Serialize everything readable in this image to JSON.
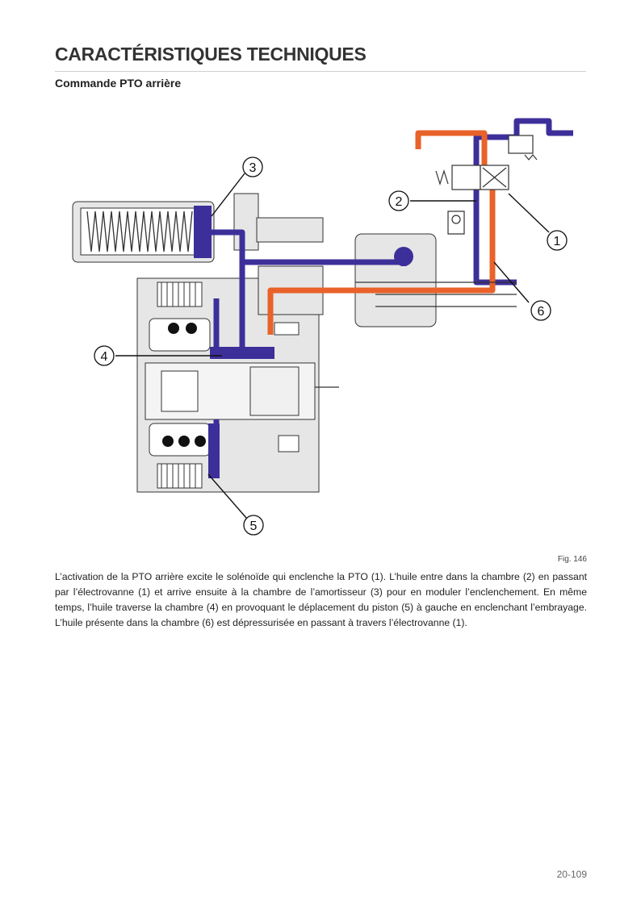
{
  "header": {
    "title": "CARACTÉRISTIQUES TECHNIQUES",
    "subtitle": "Commande PTO arrière"
  },
  "figure": {
    "caption": "Fig. 146",
    "callouts": [
      "1",
      "2",
      "3",
      "4",
      "5",
      "6"
    ],
    "colors": {
      "pressure_oil": "#3d2f9a",
      "drain_oil": "#e8622a",
      "housing": "#e6e6e6",
      "outline": "#333333"
    }
  },
  "body": {
    "paragraph": "L’activation de la PTO arrière excite le solénoïde qui enclenche la PTO (1). L’huile entre dans la chambre (2) en passant par l’électrovanne (1) et arrive ensuite à la chambre de l’amortisseur (3) pour en moduler l’enclenchement. En même temps, l’huile traverse la chambre (4) en provoquant le déplacement du piston (5) à gauche en enclenchant l’embrayage. L’huile présente dans la chambre (6) est dépressurisée en passant à travers l’électrovanne (1)."
  },
  "footer": {
    "page_number": "20-109"
  }
}
